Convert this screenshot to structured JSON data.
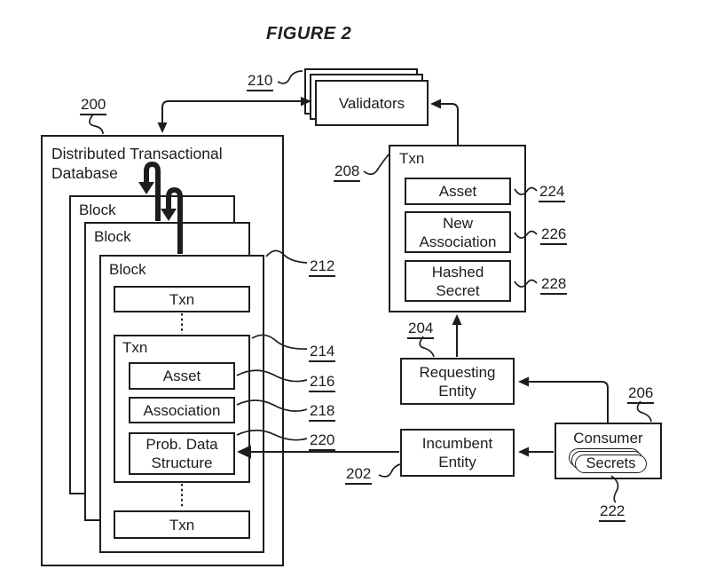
{
  "figure": {
    "title": "FIGURE 2"
  },
  "colors": {
    "ink": "#1d1d1d",
    "background": "#ffffff"
  },
  "database": {
    "ref": "200",
    "label": "Distributed Transactional Database",
    "blocks": [
      {
        "label": "Block"
      },
      {
        "label": "Block"
      },
      {
        "label": "Block",
        "ref": "212"
      }
    ],
    "txn_first": {
      "label": "Txn"
    },
    "txn_detail": {
      "label": "Txn",
      "ref": "214",
      "fields": [
        {
          "label": "Asset",
          "ref": "216"
        },
        {
          "label": "Association",
          "ref": "218"
        },
        {
          "label": "Prob. Data Structure",
          "ref": "220"
        }
      ]
    },
    "txn_last": {
      "label": "Txn"
    }
  },
  "validators": {
    "label": "Validators",
    "ref": "210"
  },
  "txn_new": {
    "label": "Txn",
    "ref": "208",
    "fields": [
      {
        "label": "Asset",
        "ref": "224"
      },
      {
        "label": "New Association",
        "ref": "226"
      },
      {
        "label": "Hashed Secret",
        "ref": "228"
      }
    ]
  },
  "requesting_entity": {
    "label": "Requesting Entity",
    "ref": "204"
  },
  "incumbent_entity": {
    "label": "Incumbent Entity",
    "ref": "202"
  },
  "consumer": {
    "label": "Consumer",
    "ref": "206",
    "secrets": {
      "label": "Secrets",
      "ref": "222"
    }
  }
}
